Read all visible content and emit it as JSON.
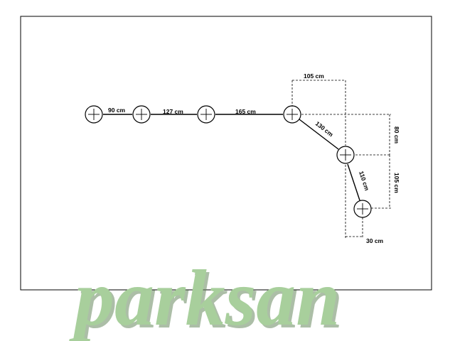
{
  "diagram": {
    "labels": {
      "d1": "90 cm",
      "d2": "127 cm",
      "d3": "165 cm",
      "d4": "130 cm",
      "d5": "110 cm",
      "w1": "105 cm",
      "h1": "80 cm",
      "h2": "105 cm",
      "w2": "30 cm"
    }
  },
  "watermark": {
    "text": "parksan",
    "color": "#a8cf9c",
    "shadow": "#6a8a60"
  }
}
